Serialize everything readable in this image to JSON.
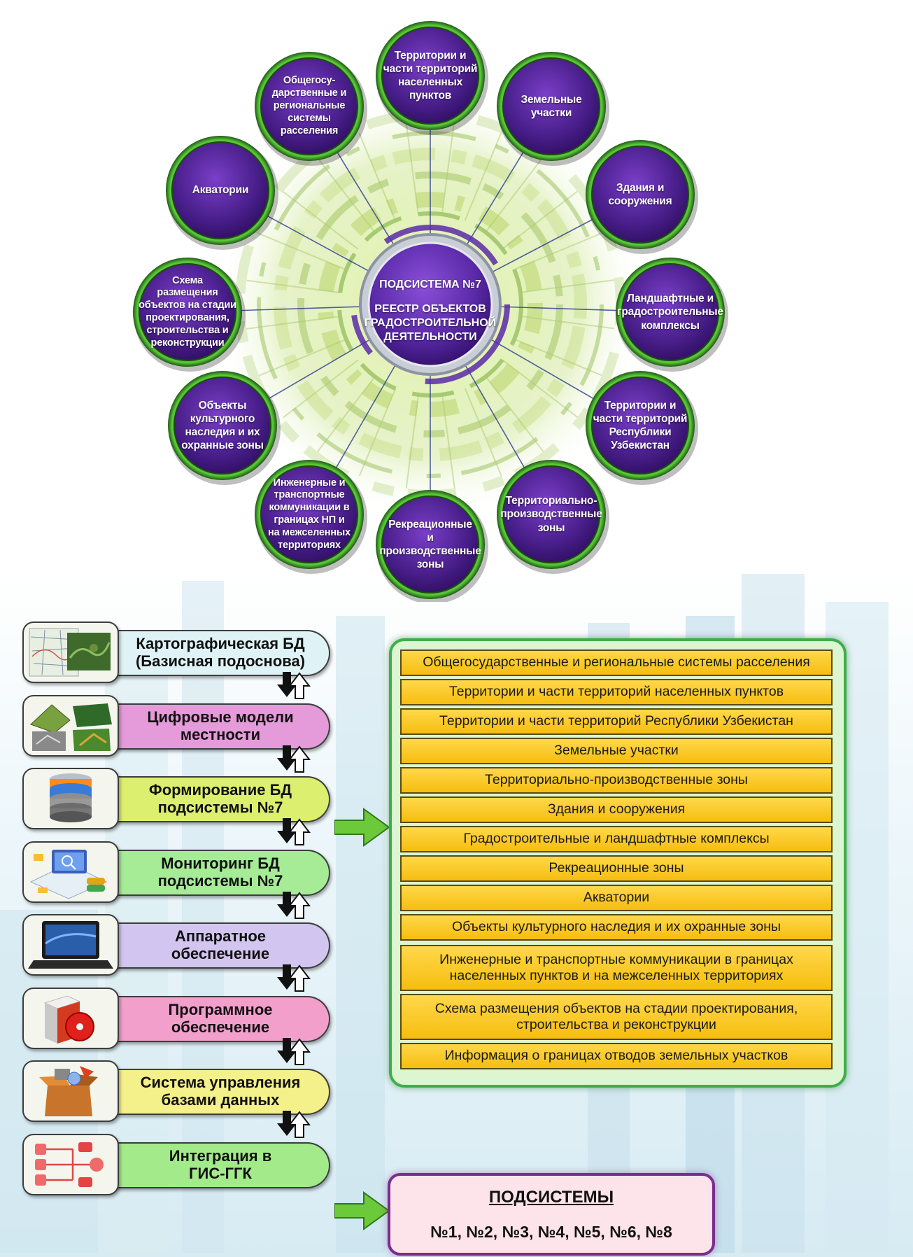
{
  "colors": {
    "node_fill": "#4a1f8c",
    "node_ring": "#3c9a2c",
    "panel_border": "#3fae4a",
    "panel_fill": "#dcf6d2",
    "item_fill": "#f6c41e",
    "subsystem_border": "#7a2d8d"
  },
  "wheel": {
    "center": {
      "title": "ПОДСИСТЕМА №7",
      "subtitle": "РЕЕСТР ОБЪЕКТОВ\nГРАДОСТРОИТЕЛЬНОЙ\nДЕЯТЕЛЬНОСТИ"
    },
    "nodes": [
      {
        "label": "Территории и\nчасти территорий\nнаселенных\nпунктов"
      },
      {
        "label": "Земельные\nучастки"
      },
      {
        "label": "Здания и\nсооружения"
      },
      {
        "label": "Ландшафтные и\nградостроительные\nкомплексы"
      },
      {
        "label": "Территории и\nчасти территорий\nРеспублики\nУзбекистан"
      },
      {
        "label": "Территориально-\nпроизводственные\nзоны"
      },
      {
        "label": "Рекреационные\nи\nпроизводственные\nзоны"
      },
      {
        "label": "Инженерные и\nтранспортные\nкоммуникации в\nграницах НП и\nна межселенных\nтерриториях"
      },
      {
        "label": "Объекты\nкультурного\nнаследия и их\nохранные зоны"
      },
      {
        "label": "Схема\nразмещения\nобъектов на стадии\nпроектирования,\nстроительства и\nреконструкции"
      },
      {
        "label": "Акватории"
      },
      {
        "label": "Общегосу-\nдарственные и\nрегиональные\nсистемы\nрасселения"
      }
    ]
  },
  "steps": [
    {
      "label": "Картографическая БД\n(Базисная подоснова)",
      "color": "#dff3f6",
      "icon": "map-thumbnail-icon"
    },
    {
      "label": "Цифровые модели\nместности",
      "color": "#e59ad9",
      "icon": "terrain-model-icon"
    },
    {
      "label": "Формирование БД\nподсистемы №7",
      "color": "#dcef6e",
      "icon": "database-stack-icon"
    },
    {
      "label": "Мониторинг БД\nподсистемы №7",
      "color": "#a6ec97",
      "icon": "laptop-monitoring-icon"
    },
    {
      "label": "Аппаратное\nобеспечение",
      "color": "#d2c6f0",
      "icon": "laptop-icon"
    },
    {
      "label": "Программное\nобеспечение",
      "color": "#f39fcc",
      "icon": "software-box-icon"
    },
    {
      "label": "Система управления\nбазами данных",
      "color": "#f4f08a",
      "icon": "dbms-box-icon"
    },
    {
      "label": "Интеграция в\nГИС-ГГК",
      "color": "#a3ea8a",
      "icon": "integration-network-icon"
    }
  ],
  "registry": {
    "items": [
      "Общегосударственные и региональные системы расселения",
      "Территории и части территорий населенных пунктов",
      "Территории и части территорий Республики Узбекистан",
      "Земельные участки",
      "Территориально-производственные зоны",
      "Здания и сооружения",
      "Градостроительные и ландшафтные комплексы",
      "Рекреационные зоны",
      "Акватории",
      "Объекты культурного наследия и их охранные зоны",
      "Инженерные и транспортные коммуникации в границах\nнаселенных пунктов и на межселенных территориях",
      "Схема размещения объектов на стадии проектирования,\nстроительства и реконструкции",
      "Информация о границах отводов земельных участков"
    ]
  },
  "subsystems": {
    "title": "ПОДСИСТЕМЫ",
    "numbers": "№1, №2, №3, №4, №5, №6, №8"
  }
}
